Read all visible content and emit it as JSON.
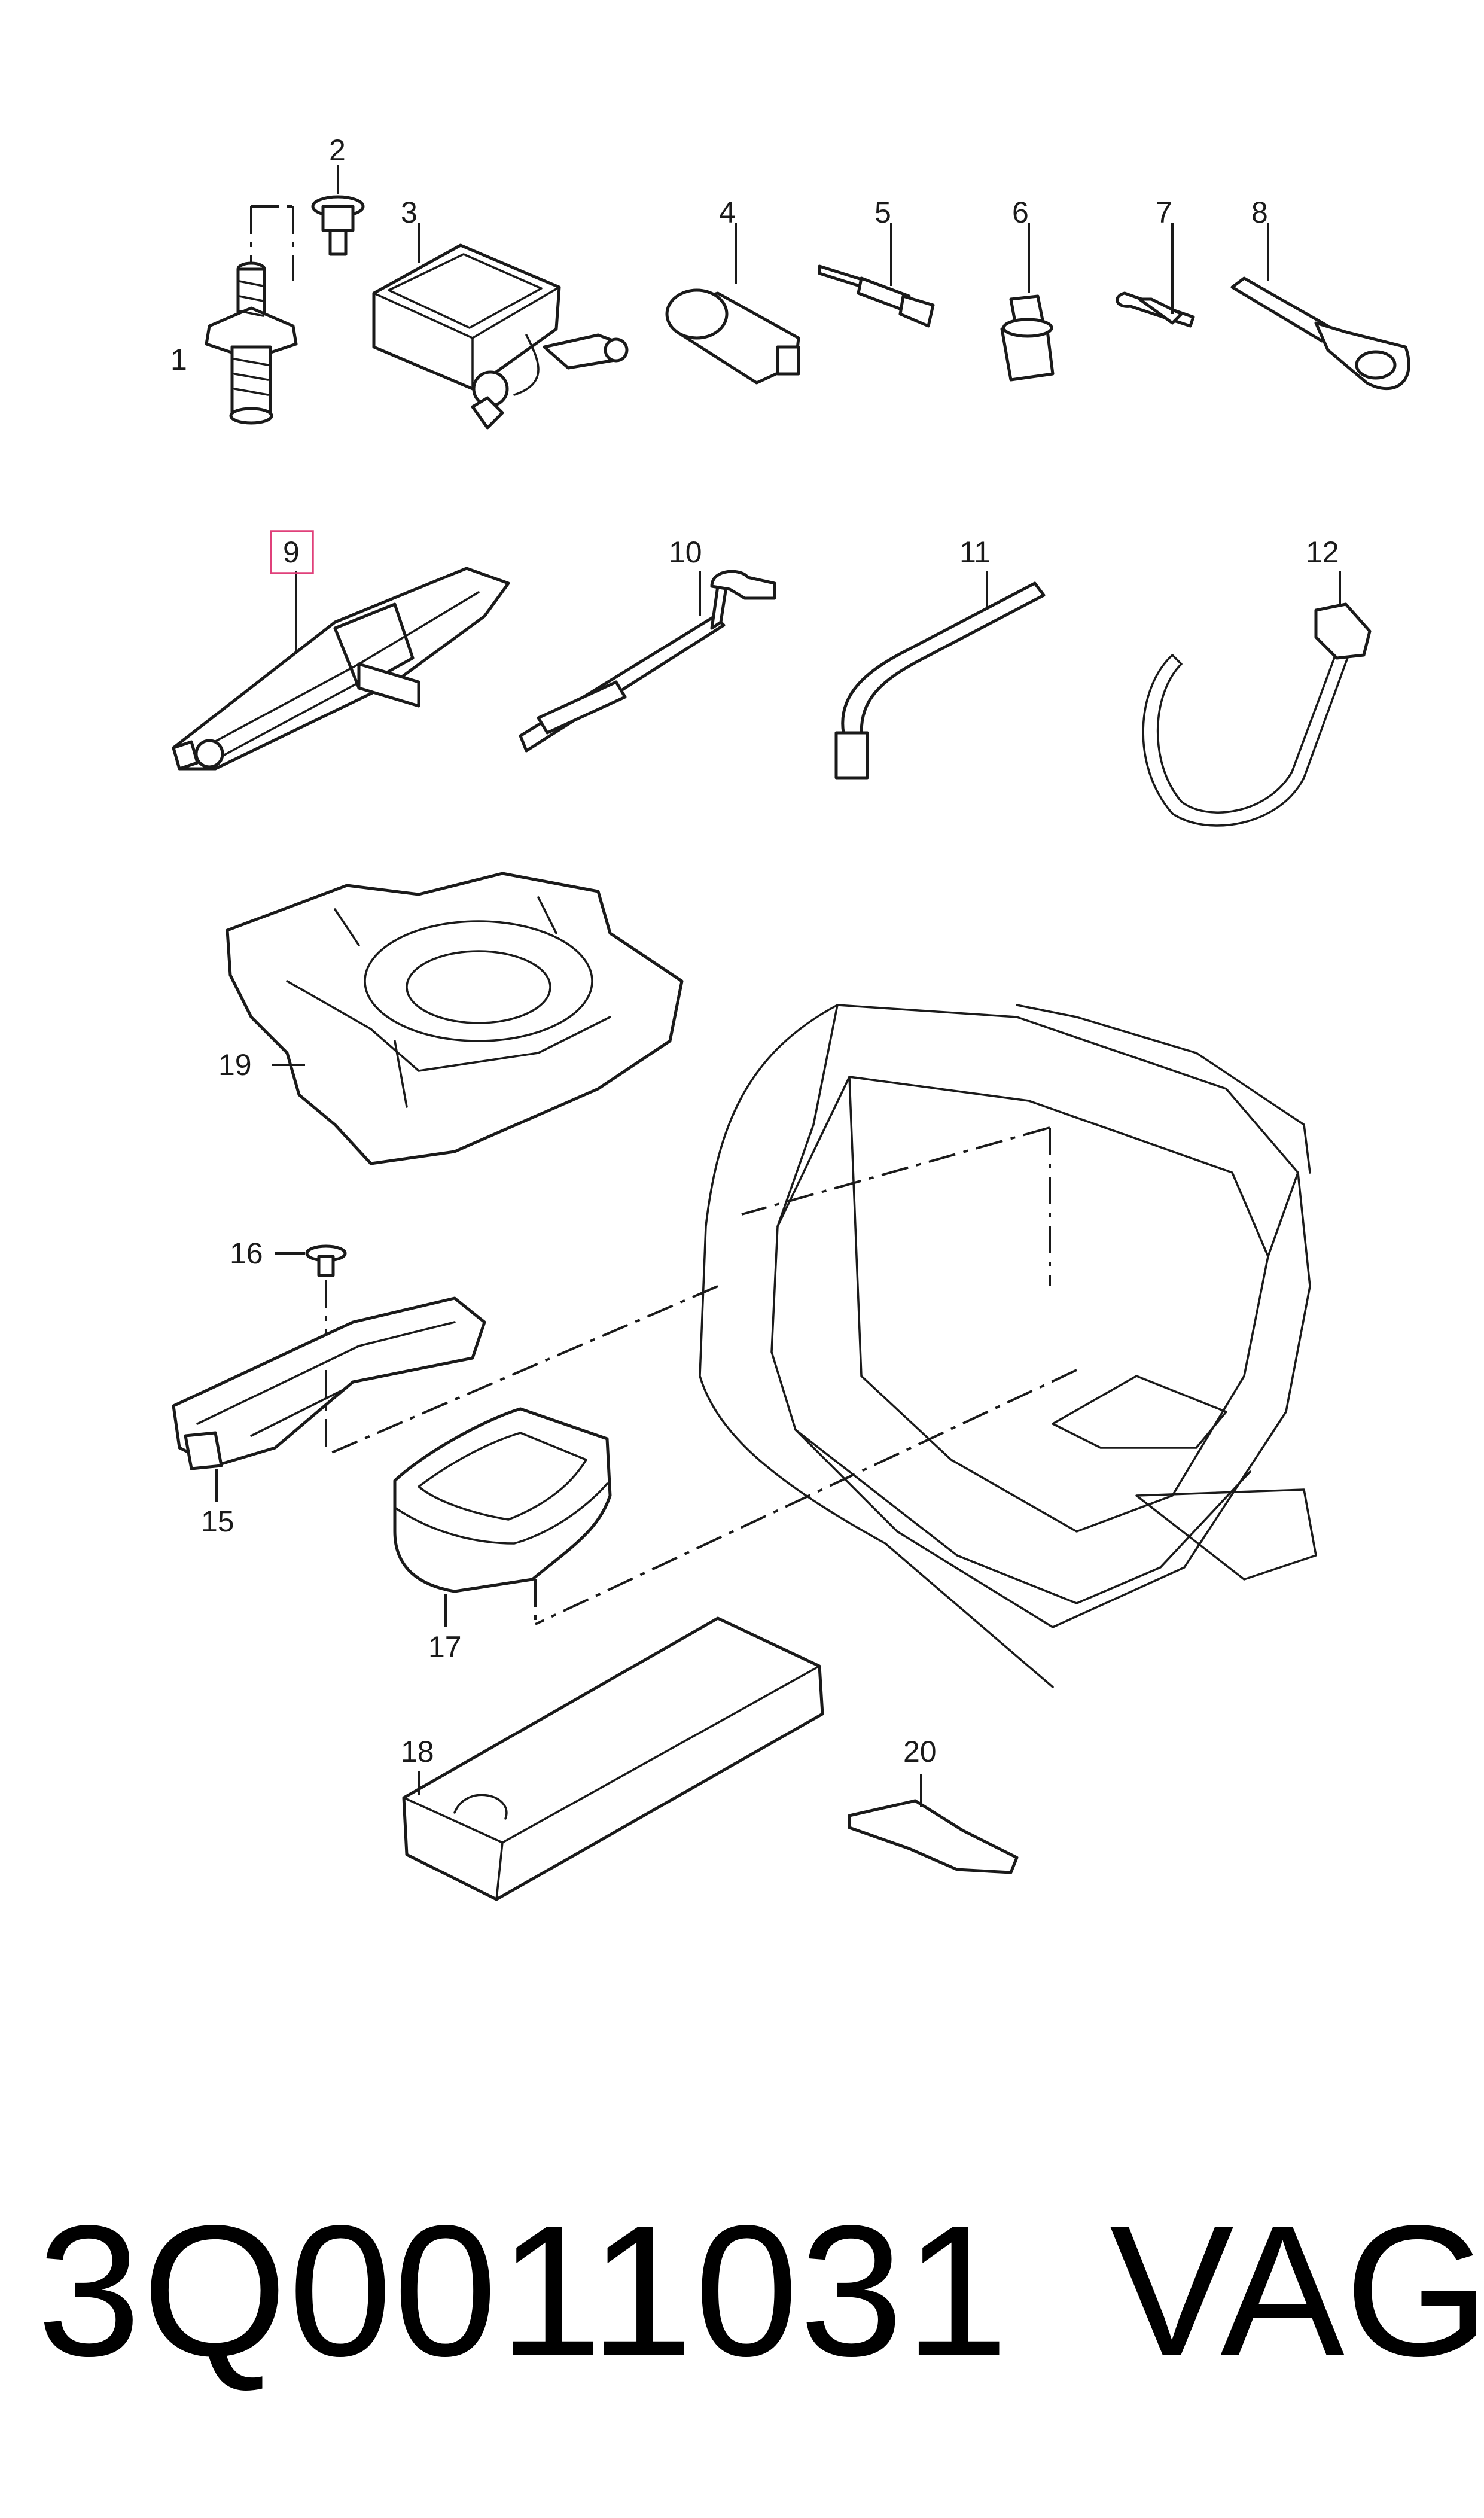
{
  "diagram": {
    "callouts": [
      {
        "id": "1",
        "label": "1"
      },
      {
        "id": "2",
        "label": "2"
      },
      {
        "id": "3",
        "label": "3"
      },
      {
        "id": "4",
        "label": "4"
      },
      {
        "id": "5",
        "label": "5"
      },
      {
        "id": "6",
        "label": "6"
      },
      {
        "id": "7",
        "label": "7"
      },
      {
        "id": "8",
        "label": "8"
      },
      {
        "id": "9",
        "label": "9",
        "highlighted": true
      },
      {
        "id": "10",
        "label": "10"
      },
      {
        "id": "11",
        "label": "11"
      },
      {
        "id": "12",
        "label": "12"
      },
      {
        "id": "15",
        "label": "15"
      },
      {
        "id": "16",
        "label": "16"
      },
      {
        "id": "17",
        "label": "17"
      },
      {
        "id": "18",
        "label": "18"
      },
      {
        "id": "19",
        "label": "19"
      },
      {
        "id": "20",
        "label": "20"
      }
    ],
    "highlight_color": "#e0407a"
  },
  "footer": {
    "part_number": "3Q0011031",
    "brand": "VAG"
  }
}
